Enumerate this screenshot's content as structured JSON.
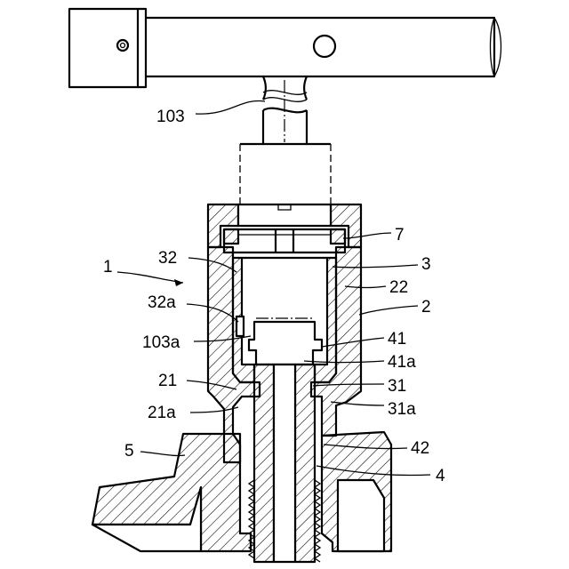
{
  "labels": {
    "l103": "103",
    "l7": "7",
    "l1": "1",
    "l32": "32",
    "l3": "3",
    "l22": "22",
    "l32a": "32a",
    "l2": "2",
    "l103a": "103a",
    "l41": "41",
    "l41a": "41a",
    "l21": "21",
    "l31": "31",
    "l21a": "21a",
    "l31a": "31a",
    "l5": "5",
    "l42": "42",
    "l4": "4"
  }
}
